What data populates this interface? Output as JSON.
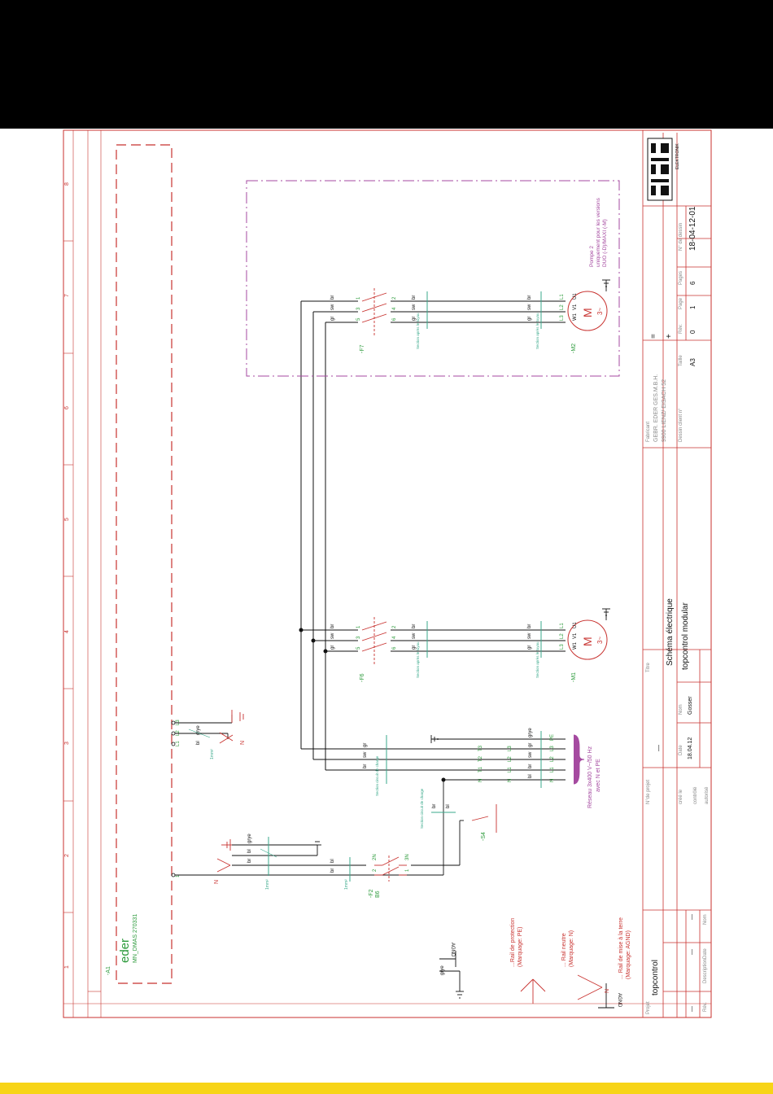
{
  "sheet": {
    "grid_numbers": [
      "1",
      "2",
      "3",
      "4",
      "5",
      "6",
      "7",
      "8"
    ],
    "components": {
      "a1_label": "-A1",
      "a1_brand": "eder",
      "a1_model": "MN_DMAS 270331",
      "f2_label": "-F2",
      "f2_rating": "B6",
      "s4_label": "-S4",
      "f6_label": "-F6",
      "f7_label": "-F7",
      "m1_label": "-M1",
      "m2_label": "-M2",
      "motor_letter": "M",
      "motor_phase": "3~",
      "n_label": "N",
      "agnd_label": "AGND"
    },
    "texts": {
      "pump2_line1": "Pompe 2",
      "pump2_line2": "uniquement pour les versions",
      "pump2_line3": "DUO (-D)/MAXI (-M)",
      "network_line1": "Réseau 3x400 V~/50 Hz",
      "network_line2": "avec N et PE",
      "legend_pe_1": "...Rail de protection",
      "legend_pe_2": "(Marquage: PE)",
      "legend_n_1": "... Rail neutre",
      "legend_n_2": "(Marquage: N)",
      "legend_agnd_1": "... Rail de mise à la terre",
      "legend_agnd_2": "(Marquage: AGND)",
      "sect_charge": "Section circuit de charge",
      "sect_tuyau": "Section après le tuyau",
      "sect_commande": "Section circuit de charge",
      "term_1": "1mm²",
      "term_2": "1mm²",
      "term_3": "1mm²"
    },
    "wire_colors": {
      "br": "br",
      "sw": "sw",
      "gr": "gr",
      "bl": "bl",
      "grye": "grye"
    },
    "terminals": {
      "one": "1",
      "two": "2",
      "three": "3",
      "four": "4",
      "five": "5",
      "six": "6",
      "t1": "T1",
      "t2": "T2",
      "t3": "T3",
      "l1": "L1",
      "l2": "L2",
      "l3": "L3",
      "pe": "PE",
      "n": "N",
      "u1": "U1",
      "v1": "V1",
      "w1": "W1",
      "n2": "2N",
      "n3": "3N"
    },
    "title_block": {
      "company_name": "ELEKTRONIK",
      "fabricant_label": "Fabricant",
      "fabricant_line1": "GEBR. EDER GES.M.B.H.",
      "fabricant_line2": "9900 LIENZ/ EISACH 52",
      "dessin_label": "Dessin client n°",
      "eq": "=",
      "plus": "+",
      "taille_label": "Taille",
      "taille_value": "A3",
      "rev_label": "Rév.",
      "rev_value": "0",
      "page_label": "Page",
      "page_value": "1",
      "pages_label": "Pages",
      "pages_value": "6",
      "drawing_label": "N° de dessin",
      "drawing_value": "18-04-12-01",
      "titre_label": "Titre",
      "title_1": "Schéma électrique",
      "title_2": "topcontrol modular",
      "projet_num_label": "N°de projet",
      "projet_num_value": "—",
      "date_hdr": "Date",
      "nom_hdr": "Nom",
      "cree_label": "créé le",
      "cree_date": "18.04.12",
      "cree_nom": "Gosser",
      "controle_label": "contrôlé",
      "autorise_label": "autorisé",
      "rev_col_label": "Rév.",
      "desc_col_label": "Description",
      "date_col_label": "Date",
      "nom_col_label": "Nom",
      "dash": "—",
      "projet_label": "Projet",
      "projet_value": "topcontrol"
    }
  }
}
